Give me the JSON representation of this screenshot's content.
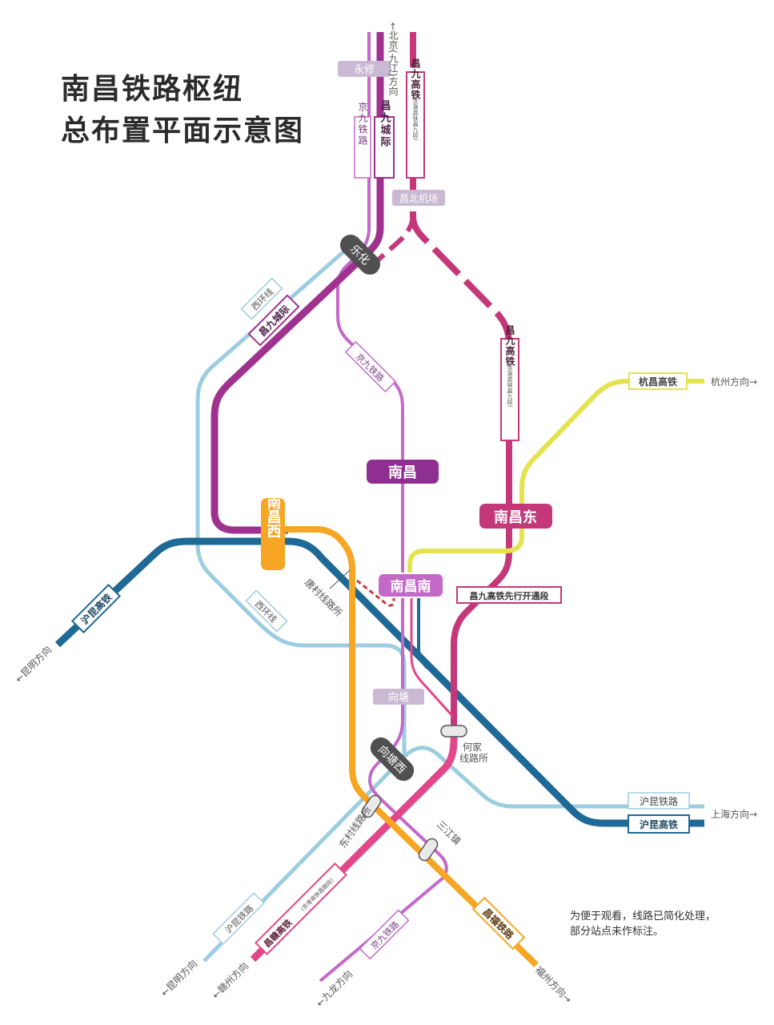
{
  "title": {
    "line1": "南昌铁路枢纽",
    "line2": "总布置平面示意图"
  },
  "note": {
    "line1": "为便于观看，线路已简化处理，",
    "line2": "部分站点未作标注。"
  },
  "colors": {
    "jingjiu": "#c569c9",
    "changjiu_intercity": "#a0328f",
    "changjiu_hsr": "#c4387a",
    "hukun_hsr": "#1f6996",
    "hukun_rail": "#9dcde0",
    "hangchang": "#e4e34f",
    "changfu": "#f6a623",
    "changgan": "#e24789",
    "station_major": "#8f2f91",
    "station_dark": "#505050",
    "station_light": "#c9b9d3"
  },
  "stations": {
    "nanchang": "南昌",
    "nanchang_east": "南昌东",
    "nanchang_south": "南昌南",
    "nanchang_west": "南昌西",
    "lehua": "乐化",
    "xiangtang_west": "向塘西",
    "yongxiu": "永修",
    "changbei_airport": "昌北机场",
    "xiangtang": "向塘"
  },
  "junctions": {
    "tangcun": "唐村线路所",
    "hejia": "何家线路所",
    "dongcun": "东村线路所",
    "sanjiang": "三江镇"
  },
  "line_labels": {
    "jingjiu_top": "京九铁路",
    "changjiu_intercity_top": "昌九城际",
    "changjiu_hsr_top": "昌九高铁",
    "changjiu_hsr_top_sub": "(京港高铁昌九段)",
    "xihuan_top": "西环线",
    "changjiu_intercity_mid": "昌九城际",
    "jingjiu_mid": "京九铁路",
    "changjiu_hsr_mid": "昌九高铁",
    "changjiu_hsr_mid_sub": "(京港高铁昌九段)",
    "hangchang": "杭昌高铁",
    "changjiu_first": "昌九高铁先行开通段",
    "hukun_hsr_left": "沪昆高铁",
    "xihuan_bottom": "西环线",
    "hukun_rail_right": "沪昆铁路",
    "hukun_hsr_right": "沪昆高铁",
    "hukun_rail_left": "沪昆铁路",
    "changgan": "昌赣高铁",
    "changgan_sub": "(京港高铁昌赣段)",
    "jingjiu_bottom": "京九铁路",
    "changfu": "昌福铁路"
  },
  "directions": {
    "beijing": "←北京(九江)方向",
    "hangzhou": "杭州方向→",
    "shanghai": "上海方向→",
    "kunming_left": "←昆明方向",
    "kunming_bottom": "←昆明方向",
    "ganzhou": "←赣州方向",
    "jiulong": "←九龙方向",
    "fuzhou": "福州方向→"
  }
}
